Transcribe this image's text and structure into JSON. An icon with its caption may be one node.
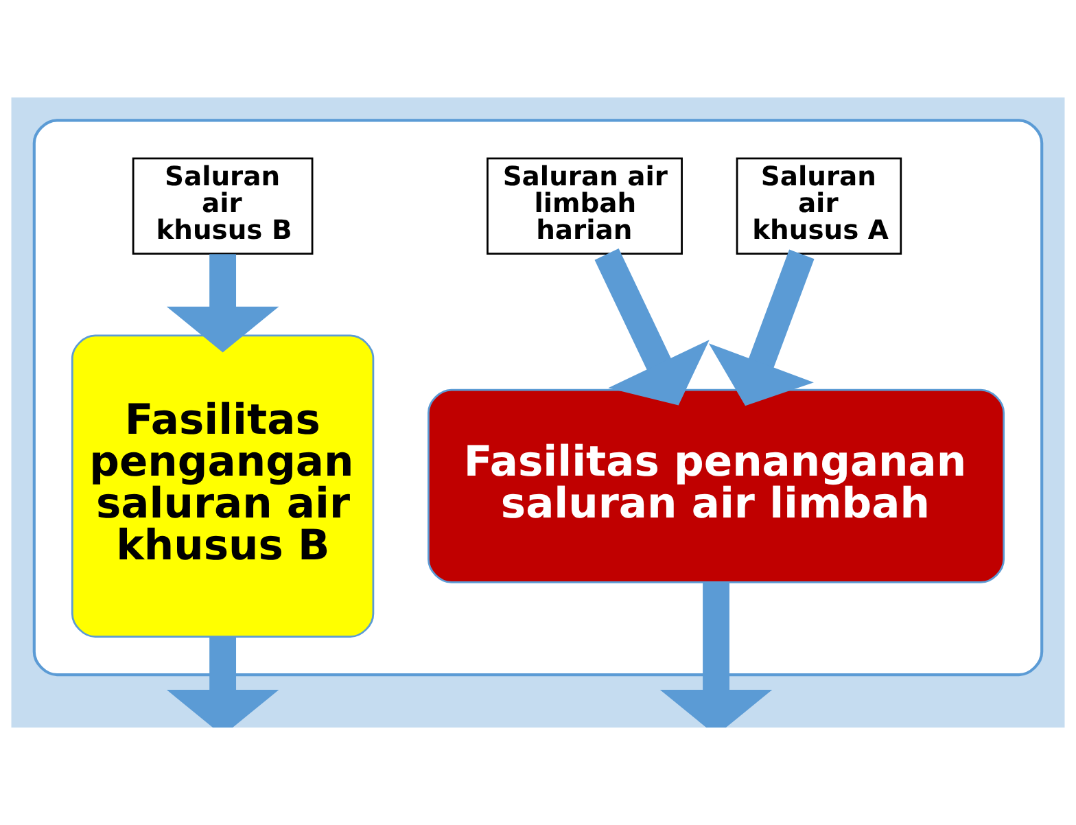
{
  "diagram": {
    "nodes": [
      {
        "text": [],
        "shape": "box"
      },
      {
        "text": [
          "Saluran air khusus B"
        ],
        "in": 0
      },
      {
        "text": [
          "Saluran air limbah harian"
        ],
        "in": 0
      },
      {
        "text": [
          "Saluran air khusus A"
        ],
        "in": 0
      },
      {
        "text": [
          "Fasilitas pengangan saluran air khusus B"
        ],
        "in": 0
      },
      {
        "text": [
          "Fasilitas penanganan saluran air limbah"
        ],
        "in": 0
      }
    ],
    "edges": [
      {
        "from": 1,
        "to": 4,
        "arrow": "to"
      },
      {
        "from": 2,
        "to": 5,
        "arrow": "to"
      },
      {
        "from": 3,
        "to": 5,
        "arrow": "to"
      },
      {
        "from": 4,
        "to": null,
        "arrow": "to"
      },
      {
        "from": 5,
        "to": null,
        "arrow": "to"
      }
    ]
  }
}
